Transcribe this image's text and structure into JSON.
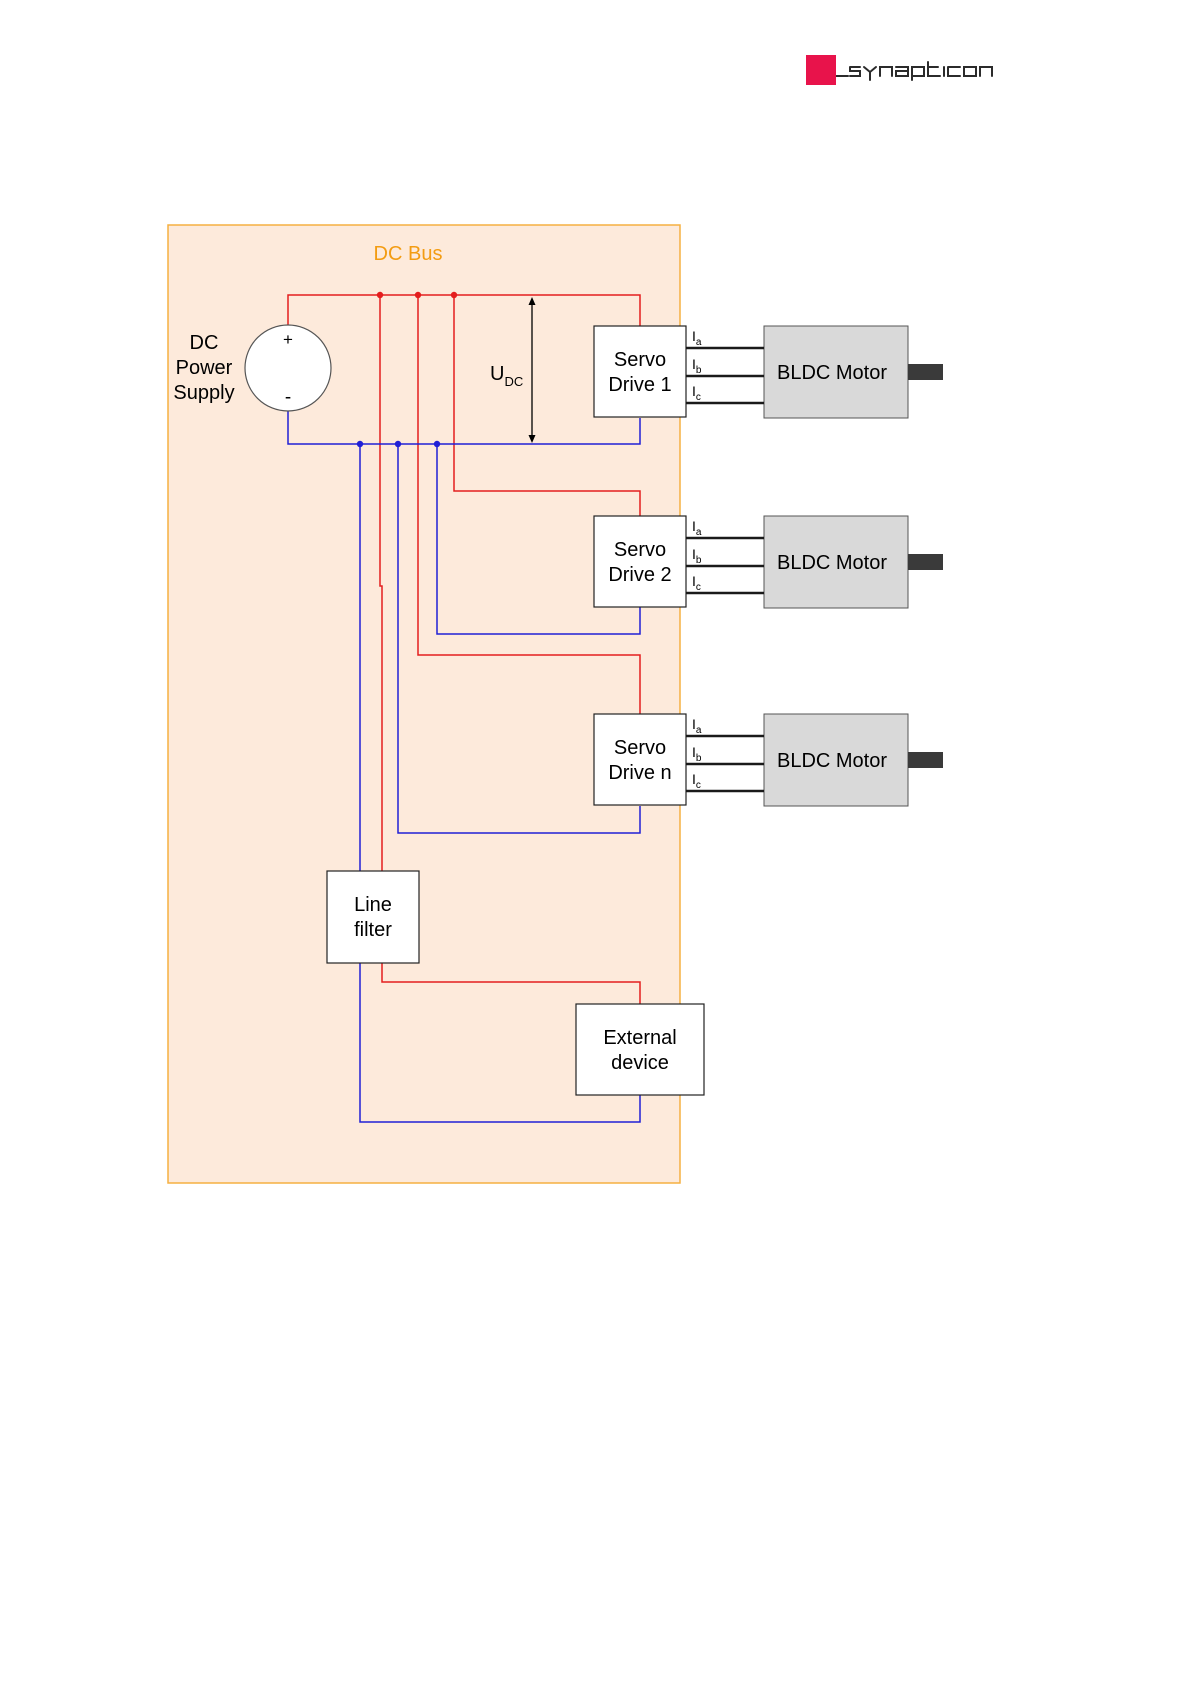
{
  "logo": {
    "brand_text": "synapticon",
    "accent_color": "#e8134b"
  },
  "diagram": {
    "bus_label": "DC Bus",
    "power_supply": {
      "label_lines": [
        "DC",
        "Power",
        "Supply"
      ],
      "plus": "+",
      "minus": "-"
    },
    "voltage_label": "U",
    "voltage_sub": "DC",
    "drives": [
      {
        "line1": "Servo",
        "line2": "Drive 1",
        "motor": "BLDC Motor"
      },
      {
        "line1": "Servo",
        "line2": "Drive 2",
        "motor": "BLDC Motor"
      },
      {
        "line1": "Servo",
        "line2": "Drive n",
        "motor": "BLDC Motor"
      }
    ],
    "phase_labels": [
      {
        "main": "I",
        "sub": "a"
      },
      {
        "main": "I",
        "sub": "b"
      },
      {
        "main": "I",
        "sub": "c"
      }
    ],
    "line_filter": {
      "line1": "Line",
      "line2": "filter"
    },
    "external_device": {
      "line1": "External",
      "line2": "device"
    },
    "colors": {
      "bus_fill": "#fdeadb",
      "bus_border": "#f5b041",
      "bus_label": "#f39c12",
      "positive_wire": "#e41e1e",
      "negative_wire": "#2020d6",
      "motor_fill": "#d9d9d9",
      "shaft": "#3a3a3a"
    }
  }
}
